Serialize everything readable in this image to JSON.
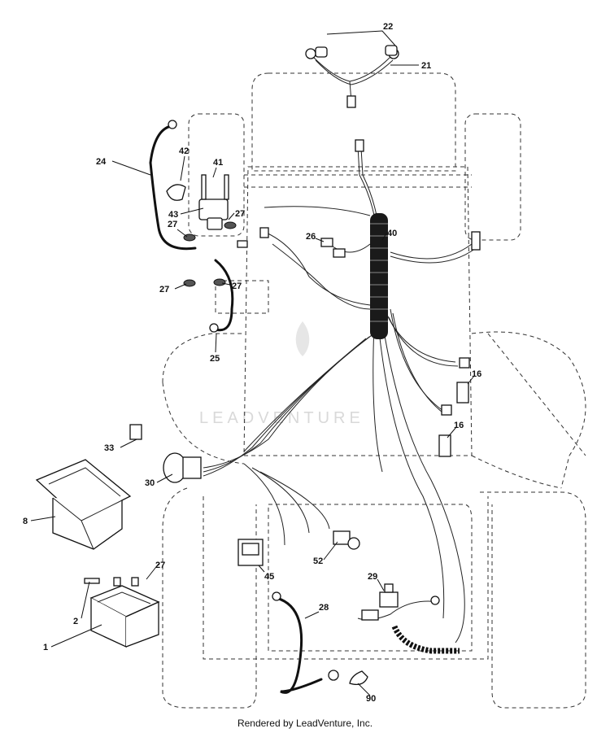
{
  "watermark": "LEADVENTURE",
  "footer": "Rendered by LeadVenture, Inc.",
  "callouts": [
    "22",
    "21",
    "24",
    "42",
    "41",
    "43",
    "27",
    "27",
    "26",
    "40",
    "27",
    "27",
    "25",
    "16",
    "16",
    "33",
    "30",
    "8",
    "27",
    "2",
    "1",
    "45",
    "52",
    "29",
    "28",
    "90"
  ]
}
